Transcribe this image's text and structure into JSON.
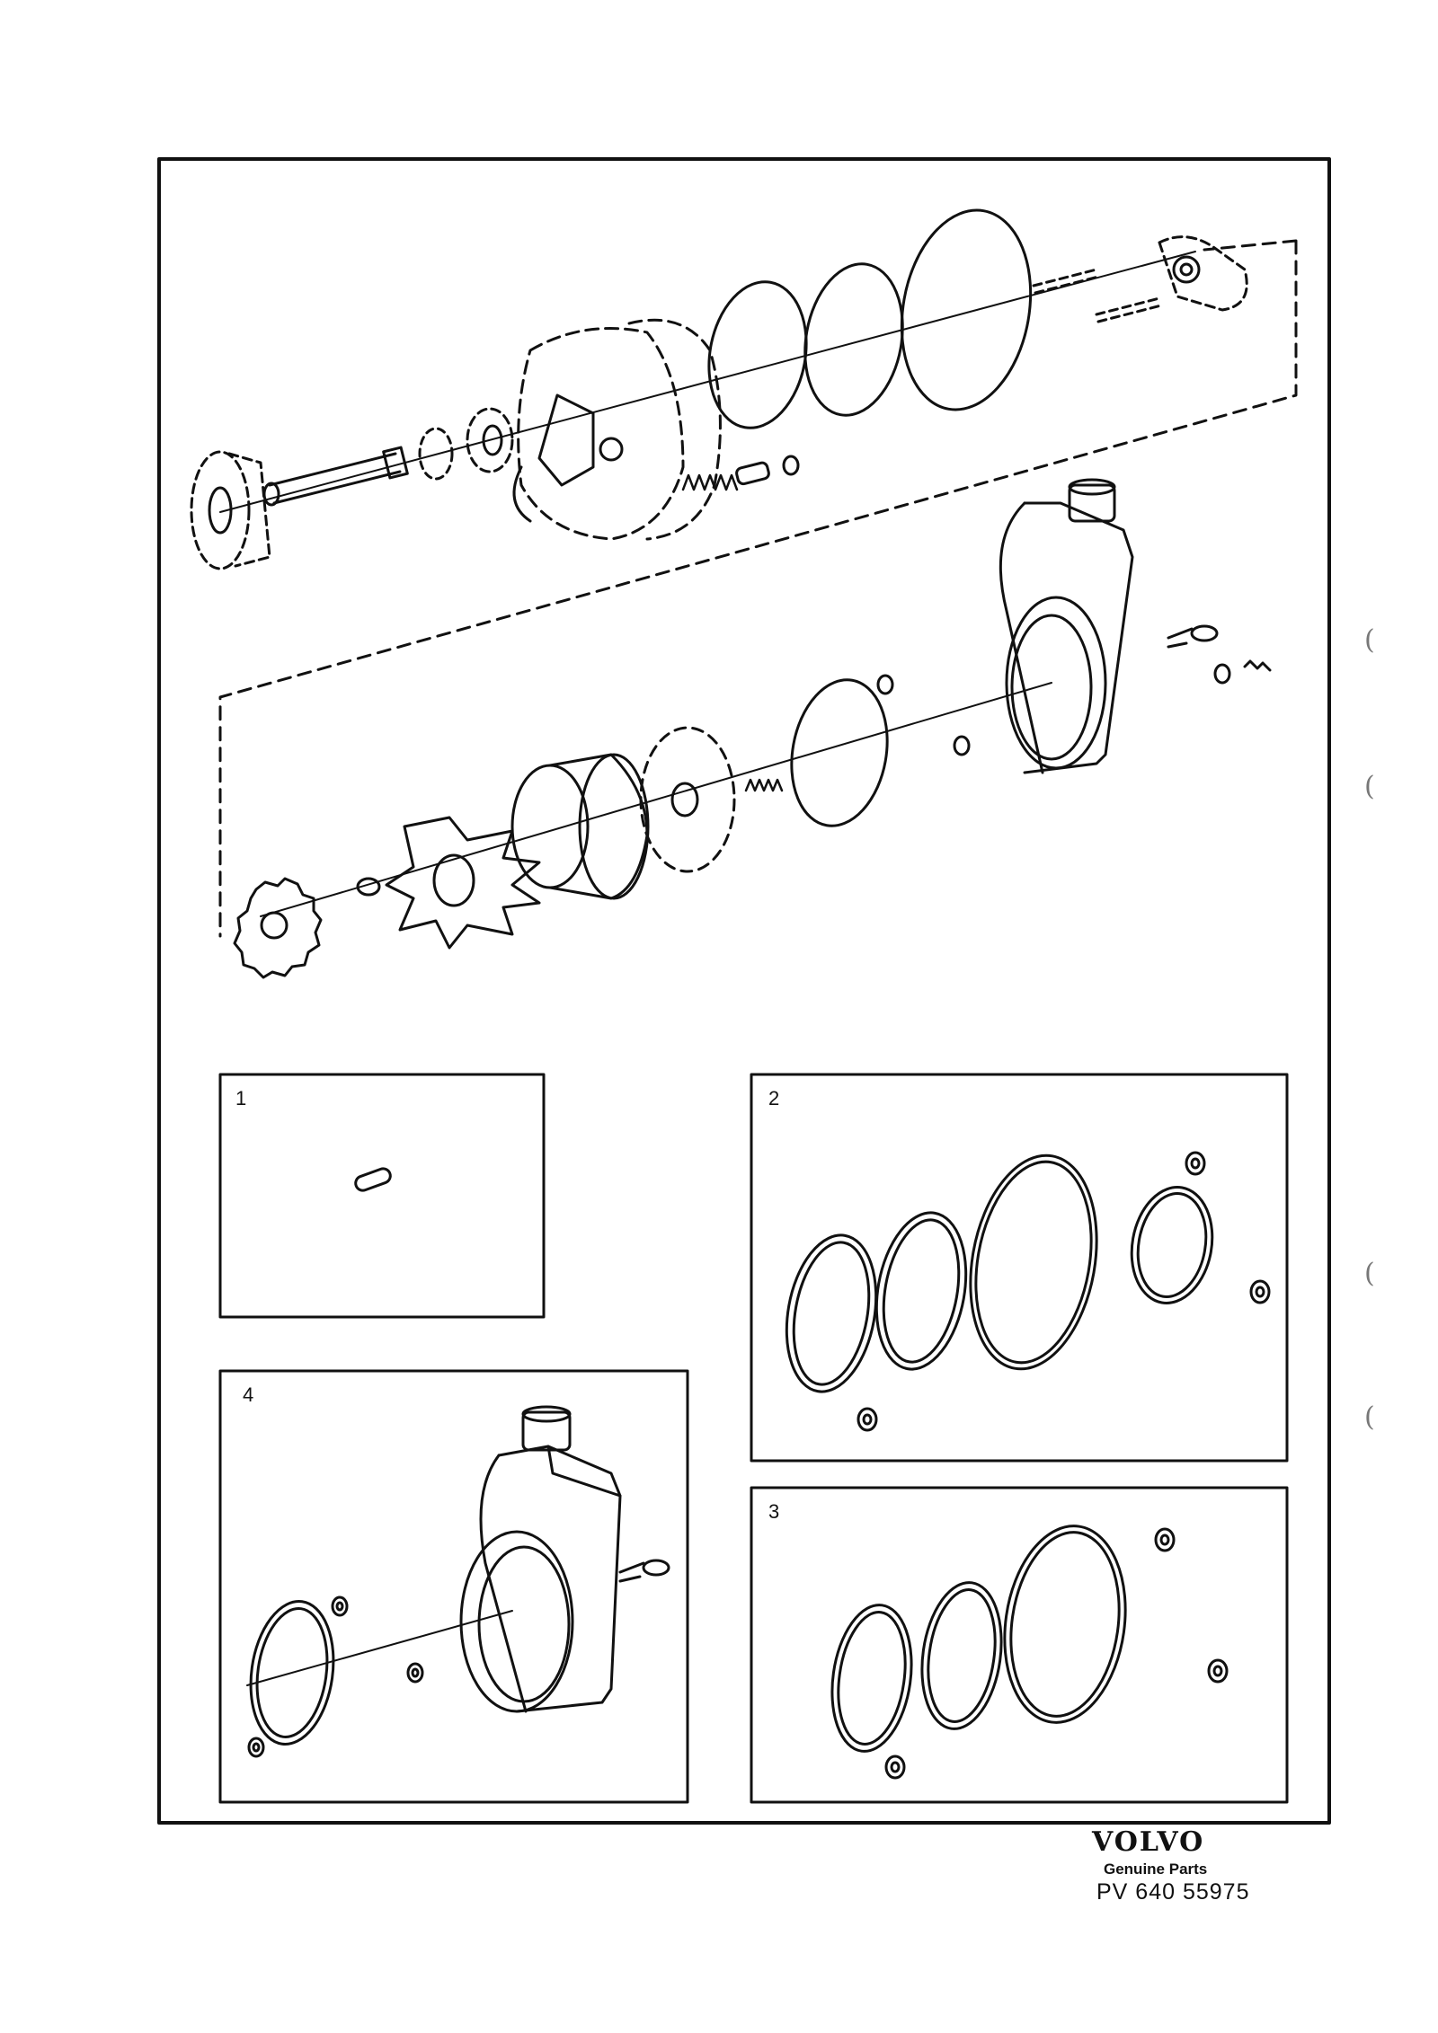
{
  "panels": [
    {
      "id": "1",
      "label": "1"
    },
    {
      "id": "2",
      "label": "2"
    },
    {
      "id": "3",
      "label": "3"
    },
    {
      "id": "4",
      "label": "4"
    }
  ],
  "footer": {
    "brand": "VOLVO",
    "subtitle": "Genuine Parts",
    "code": "PV 640 55975"
  },
  "edge_marks": [
    "(",
    "(",
    "(",
    "("
  ]
}
